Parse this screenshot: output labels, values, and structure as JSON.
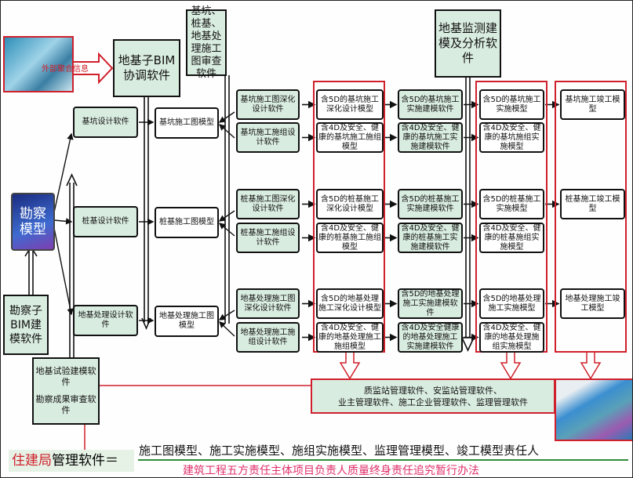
{
  "header": {
    "external_info_label": "外部聚合信息",
    "foundation_bim_coord": "地基子BIM协调软件",
    "drawing_review": "基坑、桩基、地基处理施工图审查软件",
    "monitoring_software": "地基监测建模及分析软件"
  },
  "left": {
    "survey_model_icon_text": "勘察模型",
    "survey_bim_software": "勘察子BIM建模软件",
    "test_modeling_software": "地基试验建模软件",
    "survey_review_software": "勘察成果审查软件"
  },
  "rows": [
    {
      "design": "基坑设计软件",
      "drawing_model": "基坑施工图模型",
      "sub": [
        {
          "software": "基坑施工图深化设计软件",
          "model": "含5D的基坑施工深化设计模型",
          "build_sw": "含5D的基坑施工实施建模软件",
          "impl_model": "含5D的基坑施工实施模型",
          "final": "基坑施工竣工模型"
        },
        {
          "software": "基坑施工施组设计软件",
          "model": "含4D及安全、健康的基坑施工施组模型",
          "build_sw": "含4D及安全、健康的基坑施工实施建模软件",
          "impl_model": "含4D及安全、健康的基坑施组实施模型"
        }
      ]
    },
    {
      "design": "桩基设计软件",
      "drawing_model": "桩基施工图模型",
      "sub": [
        {
          "software": "桩基施工图深化设计软件",
          "model": "含5D的桩基施工深化设计模型",
          "build_sw": "含5D的桩基施工实施建模软件",
          "impl_model": "含5D的桩基施工实施模型",
          "final": "桩基施工竣工模型"
        },
        {
          "software": "桩基施工施组设计软件",
          "model": "含4D及安全、健康的桩基施工施组模型",
          "build_sw": "含4D及安全、健康的桩基施工实施建模软件",
          "impl_model": "含4D及安全、健康的桩基施组实施模型"
        }
      ]
    },
    {
      "design": "地基处理设计软件",
      "drawing_model": "地基处理施工图模型",
      "sub": [
        {
          "software": "地基处理施工图深化设计软件",
          "model": "含5D的地基处理施工深化设计模型",
          "build_sw": "含5D的地基处理施工实施建模软件",
          "impl_model": "含5D的地基处理施工实施模型",
          "final": "地基处理施工竣工模型"
        },
        {
          "software": "地基处理施工施组设计软件",
          "model": "含4D及安全、健康的地基处理施工施组模型",
          "build_sw": "含4D及安全健康的地基处理施工实施建模软件",
          "impl_model": "含4D及安全、健康的地基处理施组实施模型"
        }
      ]
    }
  ],
  "management": {
    "line1": "质监站管理软件、安监站管理软件、",
    "line2": "业主管理软件、施工企业管理软件、监理管理软件"
  },
  "bottom": {
    "bureau": "住建局",
    "bureau_suffix": "管理软件＝",
    "numerator": "施工图模型、施工实施模型、施组实施模型、监理管理模型、竣工模型责任人",
    "denominator": "建筑工程五方责任主体项目负责人质量终身责任追究暂行办法"
  },
  "colors": {
    "red": "#d0202c",
    "green_fill": "#d9ece0",
    "line_green": "#2e8b3a"
  }
}
